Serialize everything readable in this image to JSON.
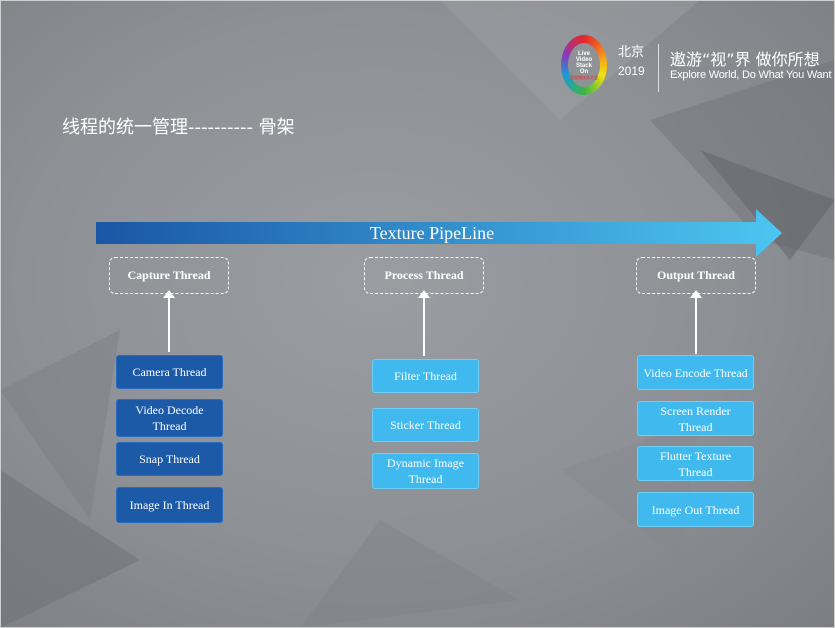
{
  "logo": {
    "line1": "Live",
    "line2": "Video",
    "line3": "Stack",
    "line4": "On",
    "sub": "音视频技术大会"
  },
  "event": {
    "city": "北京",
    "year": "2019"
  },
  "slogan": {
    "cn": "遨游“视”界 做你所想",
    "en": "Explore World, Do What You Want"
  },
  "heading": "线程的统一管理---------- 骨架",
  "pipeline": {
    "label": "Texture PipeLine"
  },
  "threads": [
    {
      "name": "Capture Thread",
      "children": [
        "Camera Thread",
        "Video Decode Thread",
        "Snap Thread",
        "Image In Thread"
      ]
    },
    {
      "name": "Process Thread",
      "children": [
        "Filter Thread",
        "Sticker Thread",
        "Dynamic Image Thread"
      ]
    },
    {
      "name": "Output Thread",
      "children": [
        "Video Encode Thread",
        "Screen Render Thread",
        "Flutter Texture Thread",
        "Image Out Thread"
      ]
    }
  ],
  "colors": {
    "capture_child": "#1c5aa8",
    "process_child": "#3fb9ee",
    "output_child": "#3fb9ee",
    "pipeline_start": "#1a56a5",
    "pipeline_end": "#4cc6f2"
  }
}
